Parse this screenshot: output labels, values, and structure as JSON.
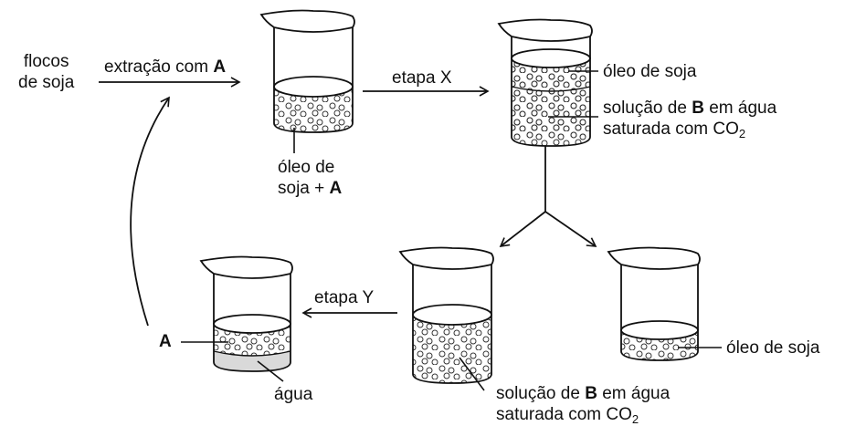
{
  "labels": {
    "flocos_line1": "flocos",
    "flocos_line2": "de soja",
    "extracao_text": "extração com ",
    "extracao_bold": "A",
    "oleo_de": "óleo de",
    "soja_plus": "soja + ",
    "soja_plus_bold": "A",
    "etapa_x": "etapa X",
    "oleo_soja_top": "óleo de soja",
    "solucao_top_1": "solução de ",
    "solucao_top_bold": "B",
    "solucao_top_2": " em água",
    "saturada_top": "saturada com CO",
    "saturada_top_sub": "2",
    "etapa_y": "etapa Y",
    "a_label": "A",
    "agua": "água",
    "solucao_bot_1": "solução de ",
    "solucao_bot_bold": "B",
    "solucao_bot_2": " em água",
    "saturada_bot": "saturada com CO",
    "saturada_bot_sub": "2",
    "oleo_soja_bot": "óleo de soja"
  },
  "colors": {
    "line": "#111111",
    "water_fill": "#d9d9d9",
    "background": "#ffffff"
  }
}
